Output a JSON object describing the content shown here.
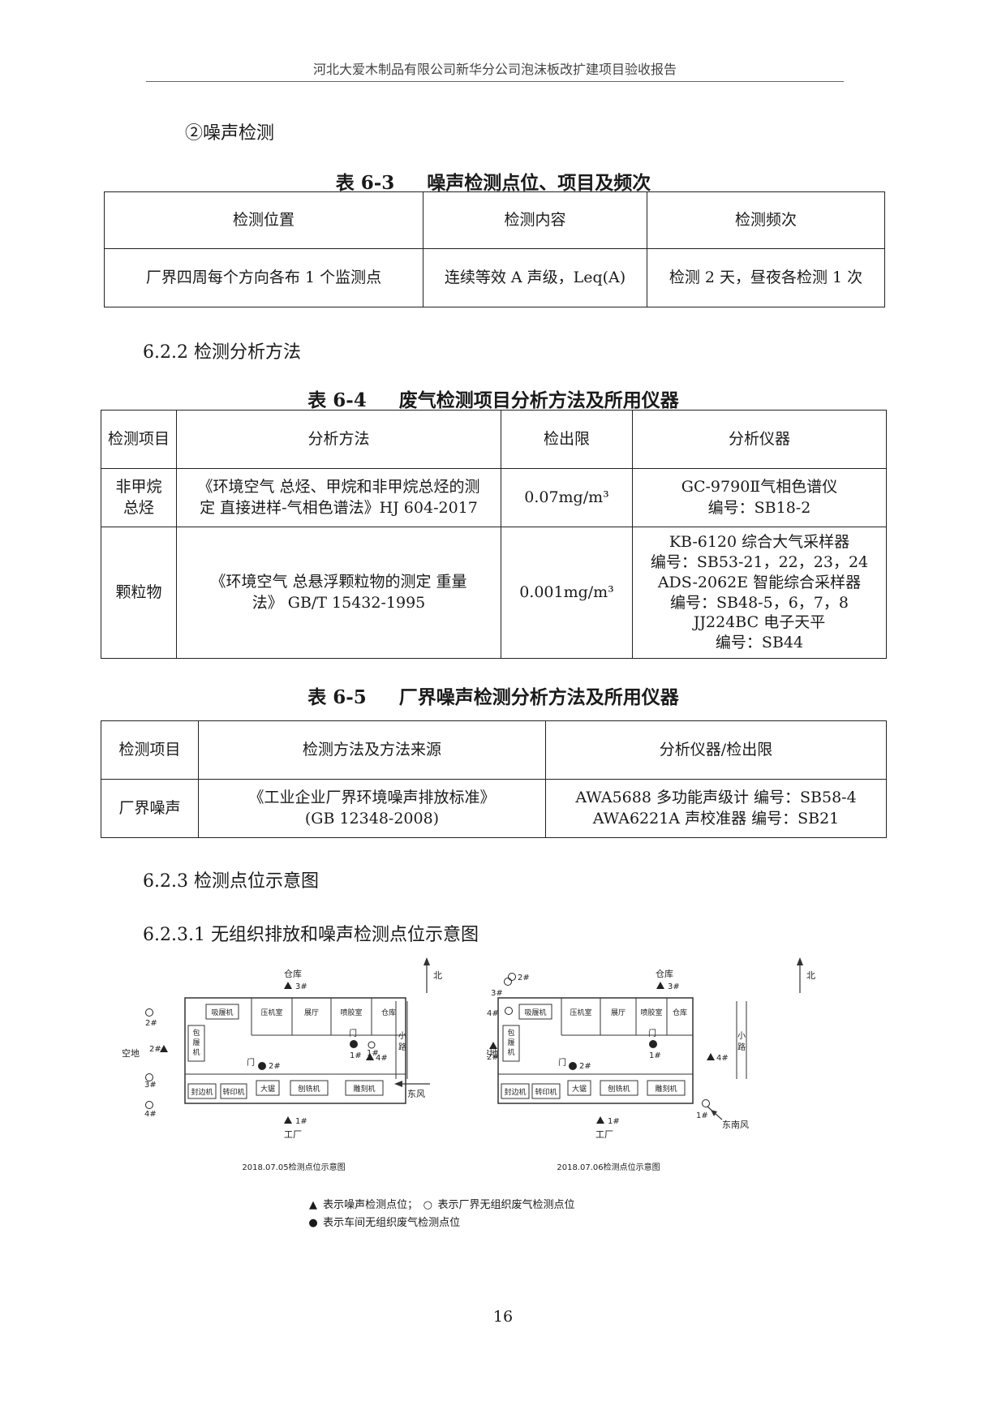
{
  "header": "河北大爱木制品有限公司新华分公司泡沫板改扩建项目验收报告",
  "section_noise": "②噪声检测",
  "table_6_3": {
    "number": "表 6-3",
    "title": "噪声检测点位、项目及频次",
    "headers": [
      "检测位置",
      "检测内容",
      "检测频次"
    ],
    "rows": [
      [
        "厂界四周每个方向各布 1 个监测点",
        "连续等效 A 声级，Leq(A)",
        "检测 2 天，昼夜各检测 1 次"
      ]
    ]
  },
  "section_622": "6.2.2 检测分析方法",
  "table_6_4": {
    "number": "表 6-4",
    "title": "废气检测项目分析方法及所用仪器",
    "headers": [
      "检测项目",
      "分析方法",
      "检出限",
      "分析仪器"
    ],
    "rows": [
      [
        "非甲烷\n总烃",
        "《环境空气 总烃、甲烷和非甲烷总烃的测\n定 直接进样-气相色谱法》HJ 604-2017",
        "0.07mg/m³",
        "GC-9790Ⅱ气相色谱仪\n编号：SB18-2"
      ],
      [
        "颗粒物",
        "《环境空气 总悬浮颗粒物的测定 重量\n法》 GB/T 15432-1995",
        "0.001mg/m³",
        "KB-6120 综合大气采样器\n编号：SB53-21，22，23，24\nADS-2062E 智能综合采样器\n编号：SB48-5，6，7，8\nJJ224BC 电子天平\n编号：SB44"
      ]
    ]
  },
  "table_6_5": {
    "number": "表 6-5",
    "title": "厂界噪声检测分析方法及所用仪器",
    "headers": [
      "检测项目",
      "检测方法及方法来源",
      "分析仪器/检出限"
    ],
    "rows": [
      [
        "厂界噪声",
        "《工业企业厂界环境噪声排放标准》\n(GB 12348-2008)",
        "AWA5688 多功能声级计 编号：SB58-4\nAWA6221A 声校准器 编号：SB21"
      ]
    ]
  },
  "section_623": "6.2.3 检测点位示意图",
  "section_6231": "6.2.3.1 无组织排放和噪声检测点位示意图",
  "diagram_left": {
    "caption": "2018.07.05检测点位示意图",
    "warehouse": "仓库",
    "factory": "工厂",
    "vacant_lot": "空地",
    "road": "小路",
    "north": "北",
    "wind": "东风",
    "door": "门",
    "top_rooms": [
      "吸履机",
      "压机室",
      "展厅",
      "喷胶室",
      "仓库"
    ],
    "bottom_rooms": [
      "封边机",
      "转印机",
      "大锯",
      "刨铣机",
      "雕刻机"
    ],
    "side_room": "包\n履\n机",
    "noise_points": [
      "1#",
      "2#",
      "3#",
      "4#"
    ],
    "gas_points": [
      "1#",
      "2#",
      "3#",
      "4#"
    ],
    "workshop_points": [
      "1#",
      "2#"
    ]
  },
  "diagram_right": {
    "caption": "2018.07.06检测点位示意图",
    "warehouse": "仓库",
    "factory": "工厂",
    "vacant_lot": "空地",
    "road": "小路",
    "north": "北",
    "wind": "东南风",
    "door": "门",
    "top_rooms": [
      "吸履机",
      "压机室",
      "展厅",
      "喷胶室",
      "仓库"
    ],
    "bottom_rooms": [
      "封边机",
      "转印机",
      "大锯",
      "刨铣机",
      "雕刻机"
    ],
    "side_room": "包\n履\n机",
    "noise_points": [
      "1#",
      "2#",
      "3#",
      "4#"
    ],
    "gas_points": [
      "1#",
      "2#",
      "3#",
      "4#"
    ],
    "workshop_points": [
      "1#",
      "2#"
    ]
  },
  "legend": {
    "triangle_text": "表示噪声检测点位；",
    "circle_text": "表示厂界无组织废气检测点位",
    "dot_text": "表示车间无组织废气检测点位"
  },
  "page_number": "16"
}
